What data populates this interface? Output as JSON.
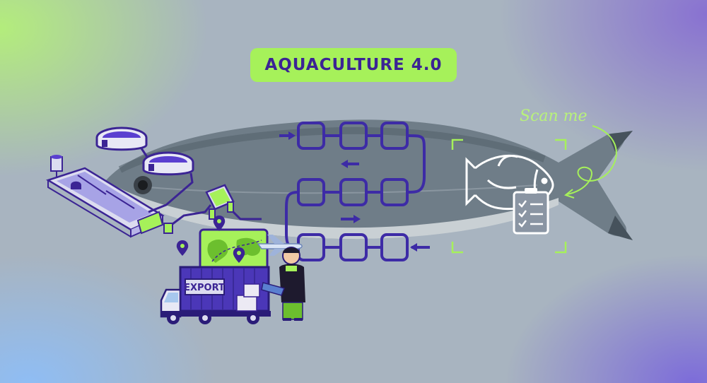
{
  "title": "AQUACULTURE 4.0",
  "scan_label": "Scan me",
  "truck_label": "EXPORT",
  "colors": {
    "accent_green": "#a6f15a",
    "accent_purple": "#3b2494",
    "flow_purple": "#3d2ba6",
    "fish_body": "#6b7a86"
  },
  "icons": [
    "round-tank-icon",
    "raceway-pond-icon",
    "water-sensor-icon",
    "filter-unit-icon",
    "world-map-icon",
    "location-pin-icon",
    "airplane-icon",
    "export-truck-icon",
    "worker-with-tablet-icon",
    "fish-outline-icon",
    "checklist-icon",
    "qr-scan-frame-icon",
    "curved-arrow-icon"
  ]
}
